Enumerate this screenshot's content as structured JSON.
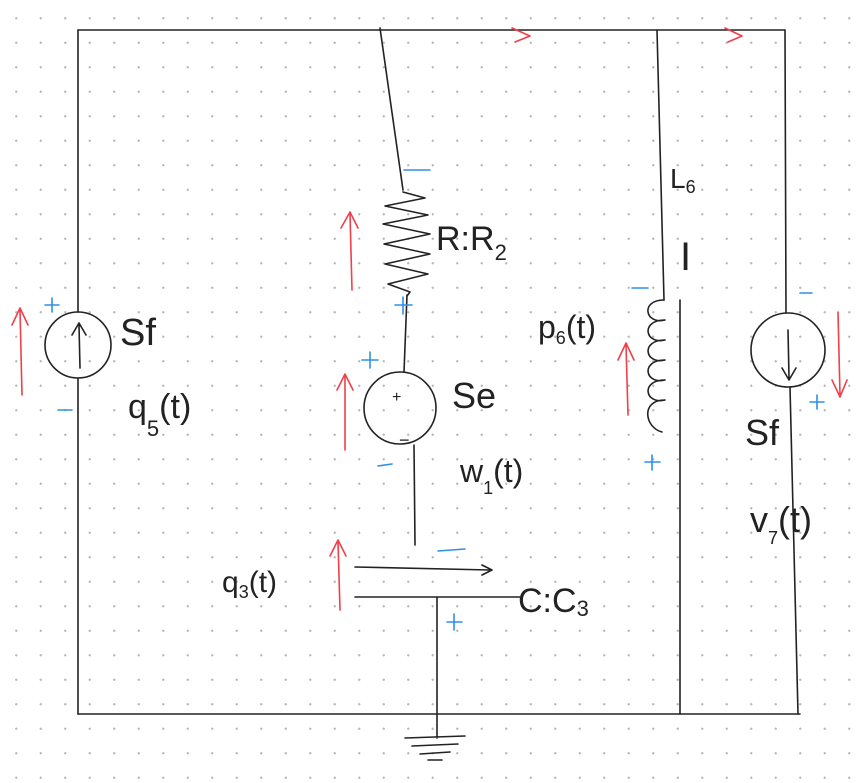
{
  "colors": {
    "wire": "#222222",
    "arrow": "#f0404a",
    "sign": "#2e8fe6"
  },
  "labels": {
    "source_flow_left": "Sf",
    "q5": "q",
    "q5_sub": "5",
    "q5_arg": "(t)",
    "resistor": "R:R",
    "resistor_sub": "2",
    "source_effort": "Se",
    "w1": "w",
    "w1_sub": "1",
    "w1_arg": "(t)",
    "inductor_name": "L",
    "inductor_sub": "6",
    "inductor_type": "I",
    "p6": "p",
    "p6_sub": "6",
    "p6_arg": "(t)",
    "source_flow_right": "Sf",
    "v7": "v",
    "v7_sub": "7",
    "v7_arg": "(t)",
    "q3": "q",
    "q3_sub": "3",
    "q3_arg": "(t)",
    "capacitor": "C:C",
    "capacitor_sub": "3",
    "se_plus": "+",
    "se_minus": "−"
  }
}
